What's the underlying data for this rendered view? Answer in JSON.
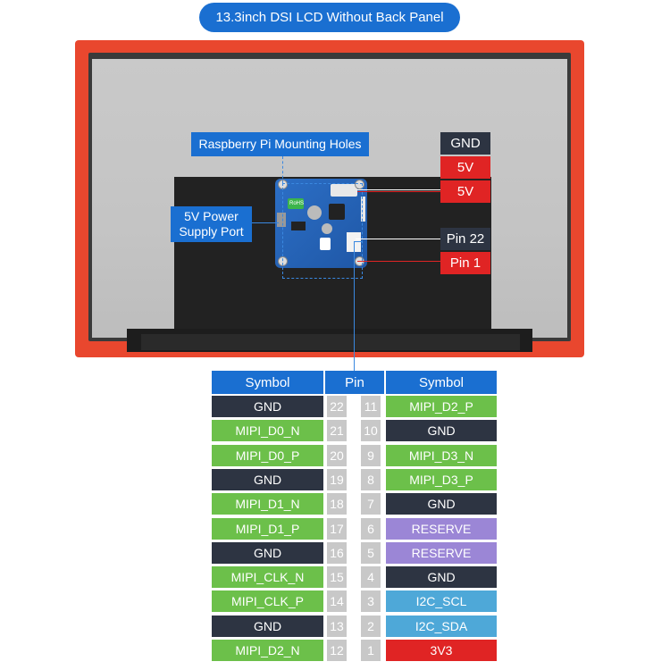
{
  "title": "13.3inch DSI LCD Without Back Panel",
  "callouts": {
    "mounting_holes": "Raspberry Pi Mounting Holes",
    "power_port_line1": "5V Power",
    "power_port_line2": "Supply Port"
  },
  "right_labels": [
    {
      "text": "GND",
      "style": "dark"
    },
    {
      "text": "5V",
      "style": "red"
    },
    {
      "text": "5V",
      "style": "red"
    },
    {
      "text": "Pin 22",
      "style": "dark"
    },
    {
      "text": "Pin 1",
      "style": "red"
    }
  ],
  "board_text": {
    "rohs": "RoHS"
  },
  "table": {
    "headers": [
      "Symbol",
      "Pin",
      "Symbol"
    ],
    "rows": [
      {
        "left": "GND",
        "left_pin": "22",
        "right_pin": "11",
        "right": "MIPI_D2_P",
        "left_type": "gnd",
        "right_type": "mipi"
      },
      {
        "left": "MIPI_D0_N",
        "left_pin": "21",
        "right_pin": "10",
        "right": "GND",
        "left_type": "mipi",
        "right_type": "gnd"
      },
      {
        "left": "MIPI_D0_P",
        "left_pin": "20",
        "right_pin": "9",
        "right": "MIPI_D3_N",
        "left_type": "mipi",
        "right_type": "mipi"
      },
      {
        "left": "GND",
        "left_pin": "19",
        "right_pin": "8",
        "right": "MIPI_D3_P",
        "left_type": "gnd",
        "right_type": "mipi"
      },
      {
        "left": "MIPI_D1_N",
        "left_pin": "18",
        "right_pin": "7",
        "right": "GND",
        "left_type": "mipi",
        "right_type": "gnd"
      },
      {
        "left": "MIPI_D1_P",
        "left_pin": "17",
        "right_pin": "6",
        "right": "RESERVE",
        "left_type": "mipi",
        "right_type": "reserve"
      },
      {
        "left": "GND",
        "left_pin": "16",
        "right_pin": "5",
        "right": "RESERVE",
        "left_type": "gnd",
        "right_type": "reserve"
      },
      {
        "left": "MIPI_CLK_N",
        "left_pin": "15",
        "right_pin": "4",
        "right": "GND",
        "left_type": "mipi",
        "right_type": "gnd"
      },
      {
        "left": "MIPI_CLK_P",
        "left_pin": "14",
        "right_pin": "3",
        "right": "I2C_SCL",
        "left_type": "mipi",
        "right_type": "i2c"
      },
      {
        "left": "GND",
        "left_pin": "13",
        "right_pin": "2",
        "right": "I2C_SDA",
        "left_type": "gnd",
        "right_type": "i2c"
      },
      {
        "left": "MIPI_D2_N",
        "left_pin": "12",
        "right_pin": "1",
        "right": "3V3",
        "left_type": "mipi",
        "right_type": "power"
      }
    ]
  },
  "colors": {
    "header": "#1a6fd1",
    "gnd": "#2d3442",
    "mipi": "#6cc04a",
    "reserve": "#9b86d6",
    "i2c": "#4ea8d8",
    "power": "#e02424",
    "pin_bg": "#c8c8c8",
    "frame": "#e9472e"
  }
}
